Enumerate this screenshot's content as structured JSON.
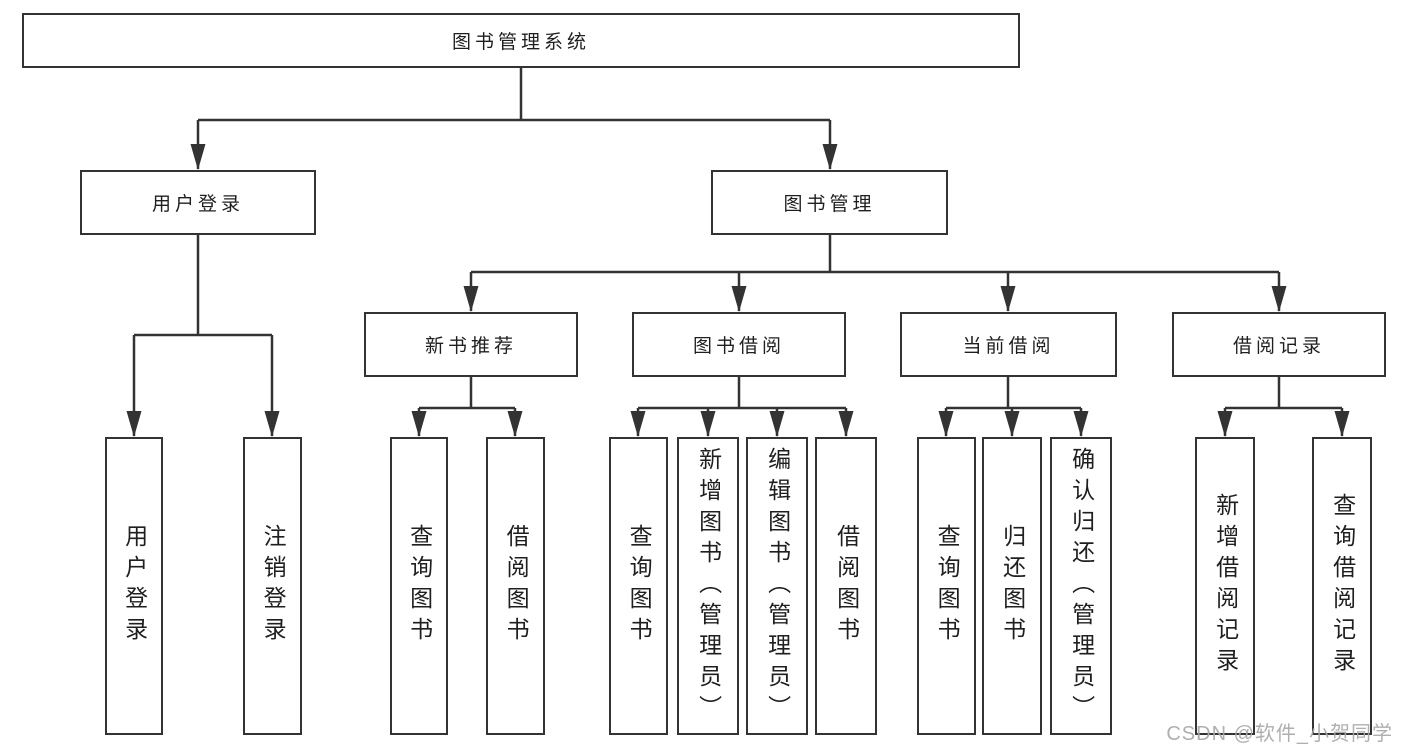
{
  "colors": {
    "line": "#333333",
    "box_border": "#333333",
    "text": "#1f1f1f",
    "background": "#ffffff",
    "watermark": "#a9a9a9"
  },
  "tree": {
    "label": "图书管理系统",
    "children": [
      {
        "label": "用户登录",
        "children": [
          {
            "label": "用户登录"
          },
          {
            "label": "注销登录"
          }
        ]
      },
      {
        "label": "图书管理",
        "children": [
          {
            "label": "新书推荐",
            "children": [
              {
                "label": "查询图书"
              },
              {
                "label": "借阅图书"
              }
            ]
          },
          {
            "label": "图书借阅",
            "children": [
              {
                "label": "查询图书"
              },
              {
                "label": "新增图书（管理员）"
              },
              {
                "label": "编辑图书（管理员）"
              },
              {
                "label": "借阅图书"
              }
            ]
          },
          {
            "label": "当前借阅",
            "children": [
              {
                "label": "查询图书"
              },
              {
                "label": "归还图书"
              },
              {
                "label": "确认归还（管理员）"
              }
            ]
          },
          {
            "label": "借阅记录",
            "children": [
              {
                "label": "新增借阅记录"
              },
              {
                "label": "查询借阅记录"
              }
            ]
          }
        ]
      }
    ]
  },
  "watermark": {
    "text": "CSDN @软件_小贺同学"
  }
}
